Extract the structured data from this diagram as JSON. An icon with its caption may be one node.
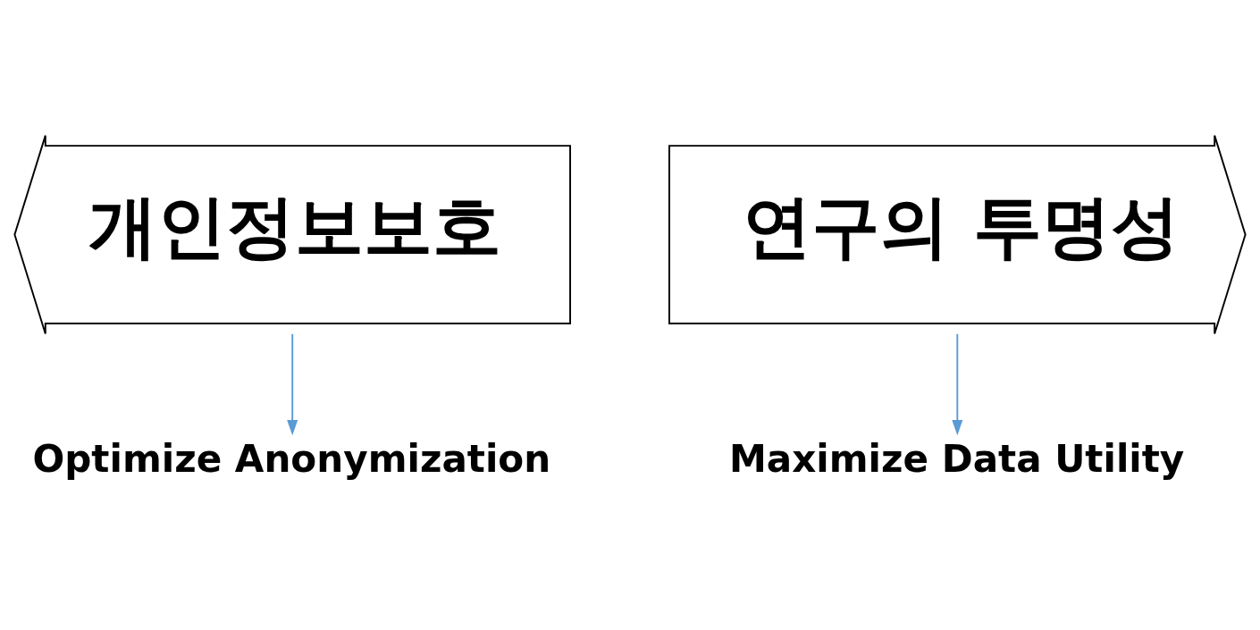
{
  "diagram": {
    "nodes": [
      {
        "text": [
          "개인정보보호"
        ]
      },
      {
        "text": [
          "Optimize Anonymization"
        ]
      },
      {
        "text": [
          "연구의 투명성"
        ]
      },
      {
        "text": [
          "Maximize Data Utility"
        ]
      }
    ],
    "edges": [
      {
        "from": 0,
        "to": 1,
        "arrow": "to"
      },
      {
        "from": 2,
        "to": 3,
        "arrow": "to"
      }
    ]
  }
}
